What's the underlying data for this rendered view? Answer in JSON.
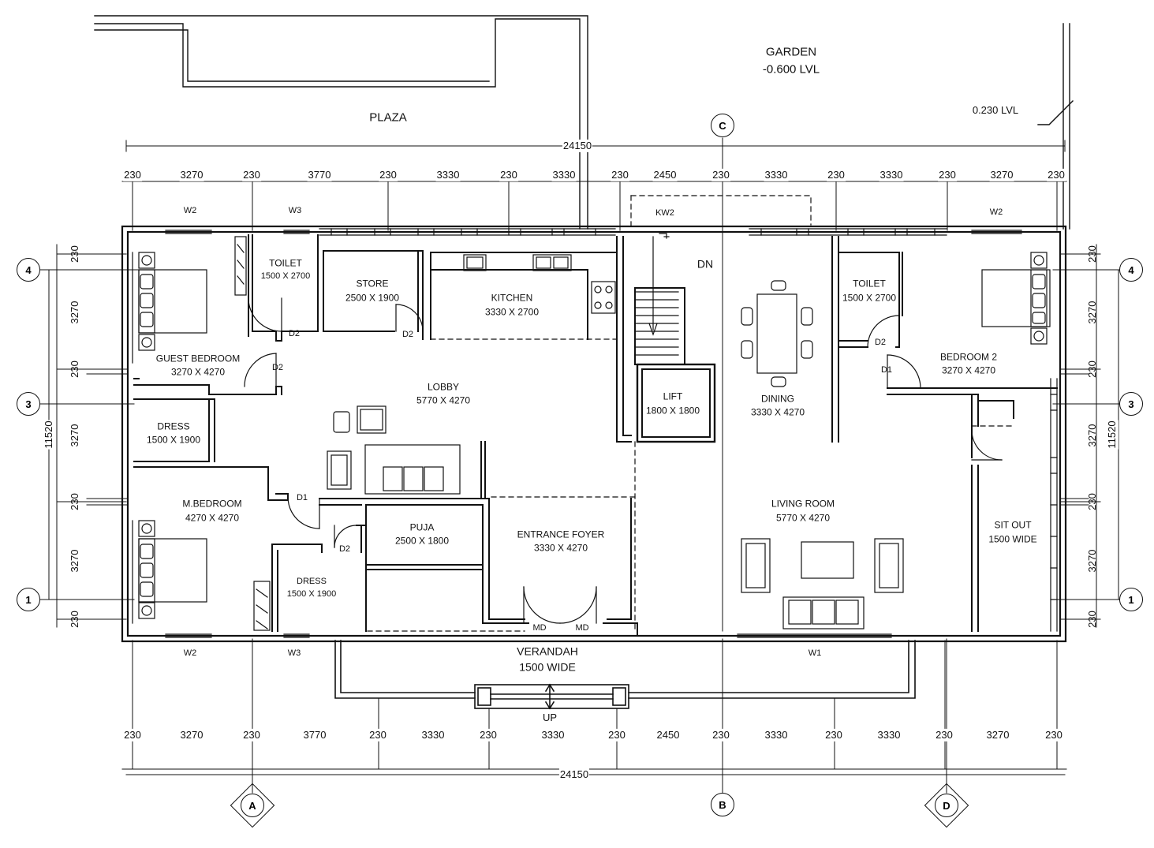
{
  "site": {
    "plaza": "PLAZA",
    "garden": "GARDEN",
    "garden_level": "-0.600 LVL",
    "plinth_level": "0.230 LVL",
    "verandah": "VERANDAH",
    "verandah_width": "1500 WIDE",
    "up": "UP",
    "stair_dn": "DN"
  },
  "rooms": [
    {
      "id": "guest-bedroom",
      "name": "GUEST BEDROOM",
      "size": "3270 X 4270"
    },
    {
      "id": "toilet-1",
      "name": "TOILET",
      "size": "1500 X 2700"
    },
    {
      "id": "store",
      "name": "STORE",
      "size": "2500 X 1900"
    },
    {
      "id": "kitchen",
      "name": "KITCHEN",
      "size": "3330 X 2700"
    },
    {
      "id": "lobby",
      "name": "LOBBY",
      "size": "5770 X 4270"
    },
    {
      "id": "lift",
      "name": "LIFT",
      "size": "1800 X 1800"
    },
    {
      "id": "dining",
      "name": "DINING",
      "size": "3330 X 4270"
    },
    {
      "id": "toilet-2",
      "name": "TOILET",
      "size": "1500 X 2700"
    },
    {
      "id": "bedroom-2",
      "name": "BEDROOM 2",
      "size": "3270 X 4270"
    },
    {
      "id": "dress-1",
      "name": "DRESS",
      "size": "1500 X 1900"
    },
    {
      "id": "m-bedroom",
      "name": "M.BEDROOM",
      "size": "4270 X 4270"
    },
    {
      "id": "dress-2",
      "name": "DRESS",
      "size": "1500 X 1900"
    },
    {
      "id": "puja",
      "name": "PUJA",
      "size": "2500 X 1800"
    },
    {
      "id": "entrance-foyer",
      "name": "ENTRANCE FOYER",
      "size": "3330 X 4270"
    },
    {
      "id": "living-room",
      "name": "LIVING ROOM",
      "size": "5770 X 4270"
    },
    {
      "id": "sit-out",
      "name": "SIT OUT",
      "size": "1500 WIDE"
    }
  ],
  "openings": {
    "w2_tl": "W2",
    "w3_t": "W3",
    "kw2": "KW2",
    "w2_tr": "W2",
    "w2_bl": "W2",
    "w3_b": "W3",
    "w1": "W1",
    "d2_toilet": "D2",
    "d2_store": "D2",
    "d2_guest": "D2",
    "d2_bed2": "D2",
    "d1_bed2": "D1",
    "d1_mbed": "D1",
    "d2_dress": "D2",
    "md_left": "MD",
    "md_right": "MD"
  },
  "dimensions": {
    "overall_width": "24150",
    "overall_depth": "11520",
    "top_chain": [
      "230",
      "3270",
      "230",
      "3770",
      "230",
      "3330",
      "230",
      "3330",
      "230",
      "2450",
      "230",
      "3330",
      "230",
      "3330",
      "230",
      "3270",
      "230"
    ],
    "bottom_chain": [
      "230",
      "3270",
      "230",
      "3770",
      "230",
      "3330",
      "230",
      "3330",
      "230",
      "2450",
      "230",
      "3330",
      "230",
      "3330",
      "230",
      "3270",
      "230"
    ],
    "left_chain": [
      "230",
      "3270",
      "230",
      "3270",
      "230",
      "3270",
      "230"
    ],
    "right_chain": [
      "230",
      "3270",
      "230",
      "3270",
      "230",
      "3270",
      "230"
    ]
  },
  "grid_lines": {
    "top": [
      "C"
    ],
    "bottom": [
      "A",
      "B",
      "D"
    ],
    "left": [
      "4",
      "3",
      "1"
    ],
    "right": [
      "4",
      "3",
      "1"
    ]
  }
}
